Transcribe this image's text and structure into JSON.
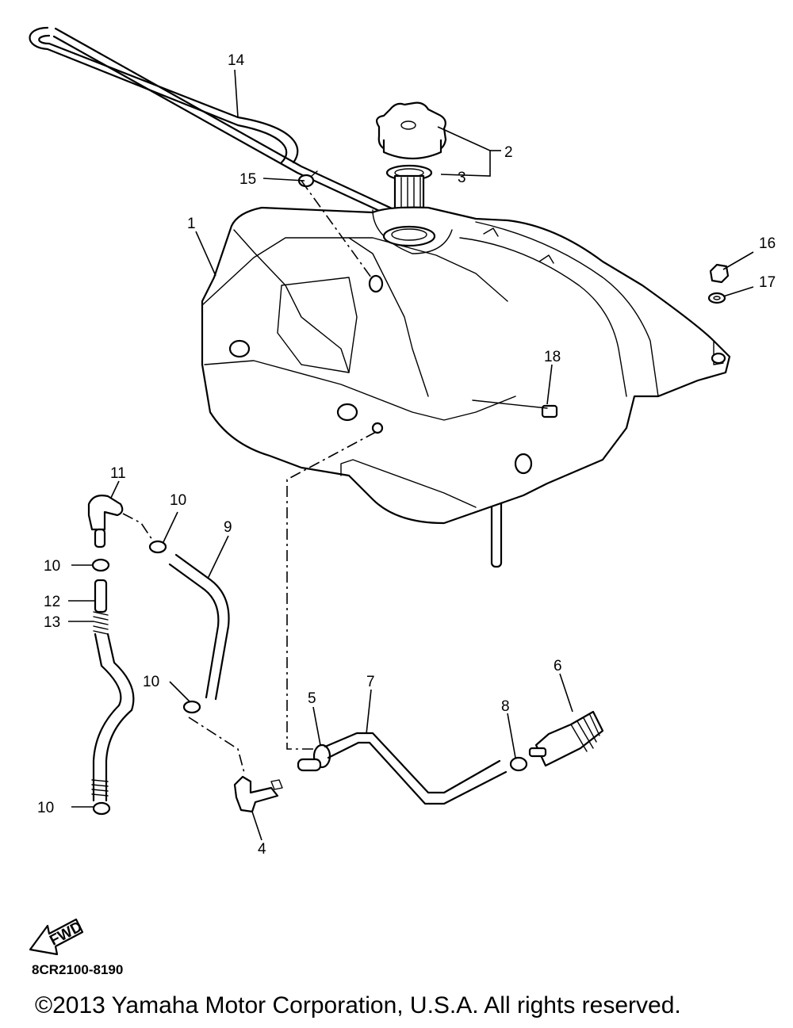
{
  "callouts": {
    "c1": "1",
    "c2": "2",
    "c3": "3",
    "c4": "4",
    "c5": "5",
    "c6": "6",
    "c7": "7",
    "c8": "8",
    "c9": "9",
    "c10a": "10",
    "c10b": "10",
    "c10c": "10",
    "c10d": "10",
    "c11": "11",
    "c12": "12",
    "c13": "13",
    "c14": "14",
    "c15": "15",
    "c16": "16",
    "c17": "17",
    "c18": "18"
  },
  "fwd_label": "FWD",
  "diagram_code": "8CR2100-8190",
  "copyright": "©2013 Yamaha Motor Corporation, U.S.A. All rights reserved."
}
